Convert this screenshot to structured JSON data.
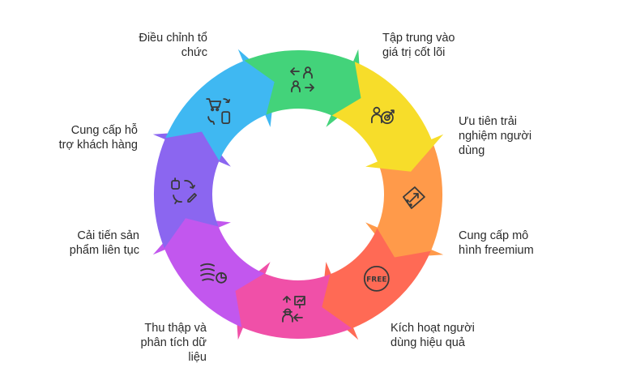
{
  "diagram": {
    "steps": [
      {
        "id": "focus",
        "label_lines": [
          "Tập trung vào",
          "giá trị cốt lõi"
        ],
        "color": "#f7dd2a",
        "icon": "target-person-icon"
      },
      {
        "id": "ux",
        "label_lines": [
          "Ưu tiên trải",
          "nghiệm người",
          "dùng"
        ],
        "color": "#ff9a4a",
        "icon": "cursor-pointer-icon"
      },
      {
        "id": "freemium",
        "label_lines": [
          "Cung cấp mô",
          "hình freemium"
        ],
        "color": "#ff6a55",
        "icon": "free-badge-icon"
      },
      {
        "id": "activate",
        "label_lines": [
          "Kích hoạt người",
          "dùng hiệu quả"
        ],
        "color": "#f050a8",
        "icon": "presentation-user-icon"
      },
      {
        "id": "data",
        "label_lines": [
          "Thu thập và",
          "phân tích dữ",
          "liệu"
        ],
        "color": "#c257ee",
        "icon": "pie-chart-icon"
      },
      {
        "id": "improve",
        "label_lines": [
          "Cải tiến sản",
          "phẩm liên tục"
        ],
        "color": "#8b66f0",
        "icon": "edit-refresh-icon"
      },
      {
        "id": "support",
        "label_lines": [
          "Cung cấp hỗ",
          "trợ khách hàng"
        ],
        "color": "#3fb8f2",
        "icon": "cart-phone-icon"
      },
      {
        "id": "adjust",
        "label_lines": [
          "Điều chỉnh tổ",
          "chức"
        ],
        "color": "#43d37a",
        "icon": "people-exchange-icon"
      }
    ],
    "free_badge_text": "FREE"
  }
}
